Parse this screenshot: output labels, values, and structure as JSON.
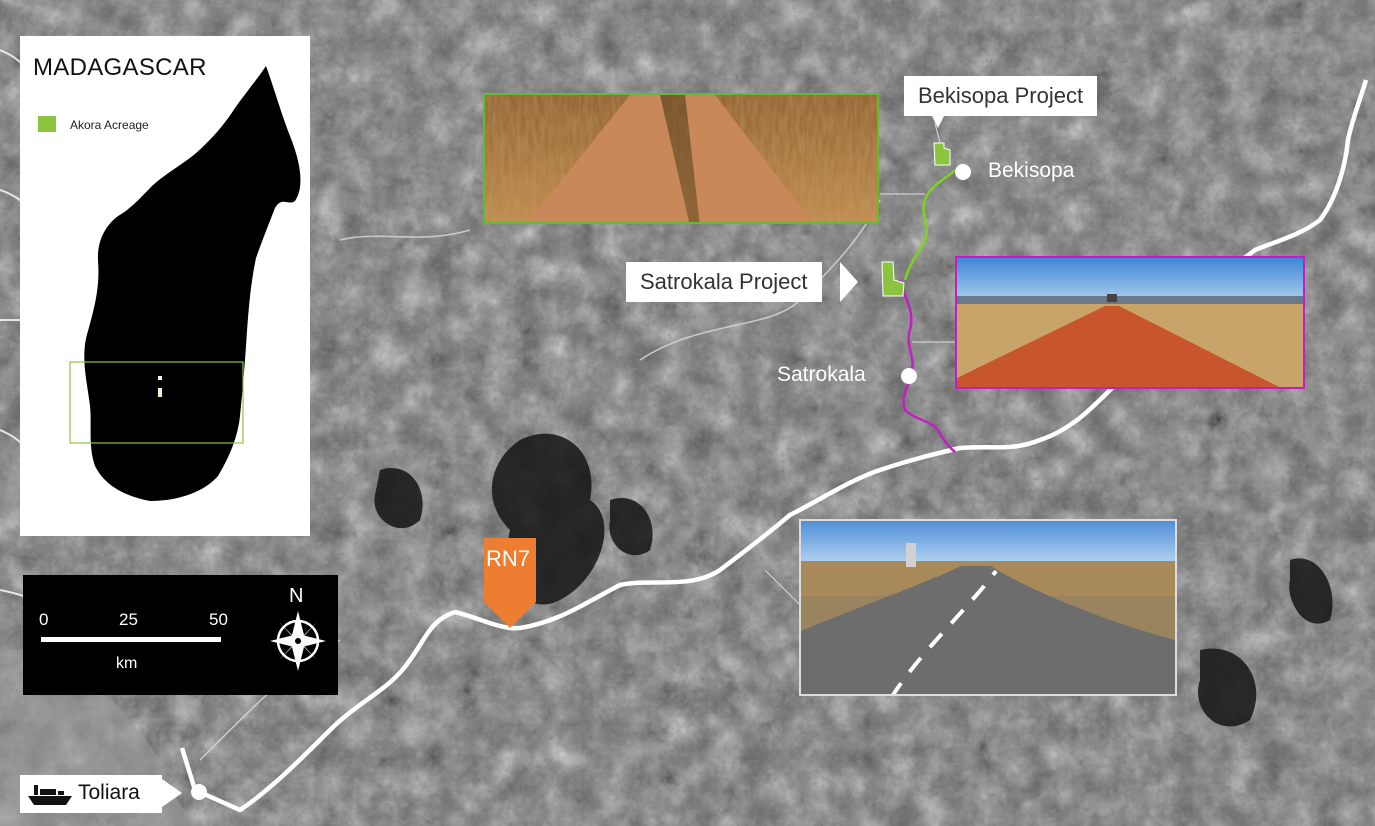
{
  "inset": {
    "title": "MADAGASCAR",
    "legend": [
      {
        "label": "Akora Acreage",
        "color": "#8dc43f"
      }
    ]
  },
  "scale": {
    "ticks": [
      "0",
      "25",
      "50"
    ],
    "unit": "km",
    "north_label": "N"
  },
  "callouts": {
    "bekisopa_project": "Bekisopa Project",
    "satrokala_project": "Satrokala Project"
  },
  "places": {
    "bekisopa": "Bekisopa",
    "satrokala": "Satrokala",
    "toliara": "Toliara"
  },
  "road": {
    "label": "RN7",
    "label_color": "#ed7d31"
  },
  "routes": {
    "bekisopa_track_color": "#7ed321",
    "satrokala_track_color": "#c21fc2",
    "highway_color": "#ffffff"
  },
  "photo_borders": {
    "bekisopa": "#5cc02a",
    "satrokala": "#c21fc2",
    "highway": "#dddddd"
  },
  "icons": [
    "compass-rose-icon",
    "ship-icon",
    "location-dot-icon"
  ]
}
